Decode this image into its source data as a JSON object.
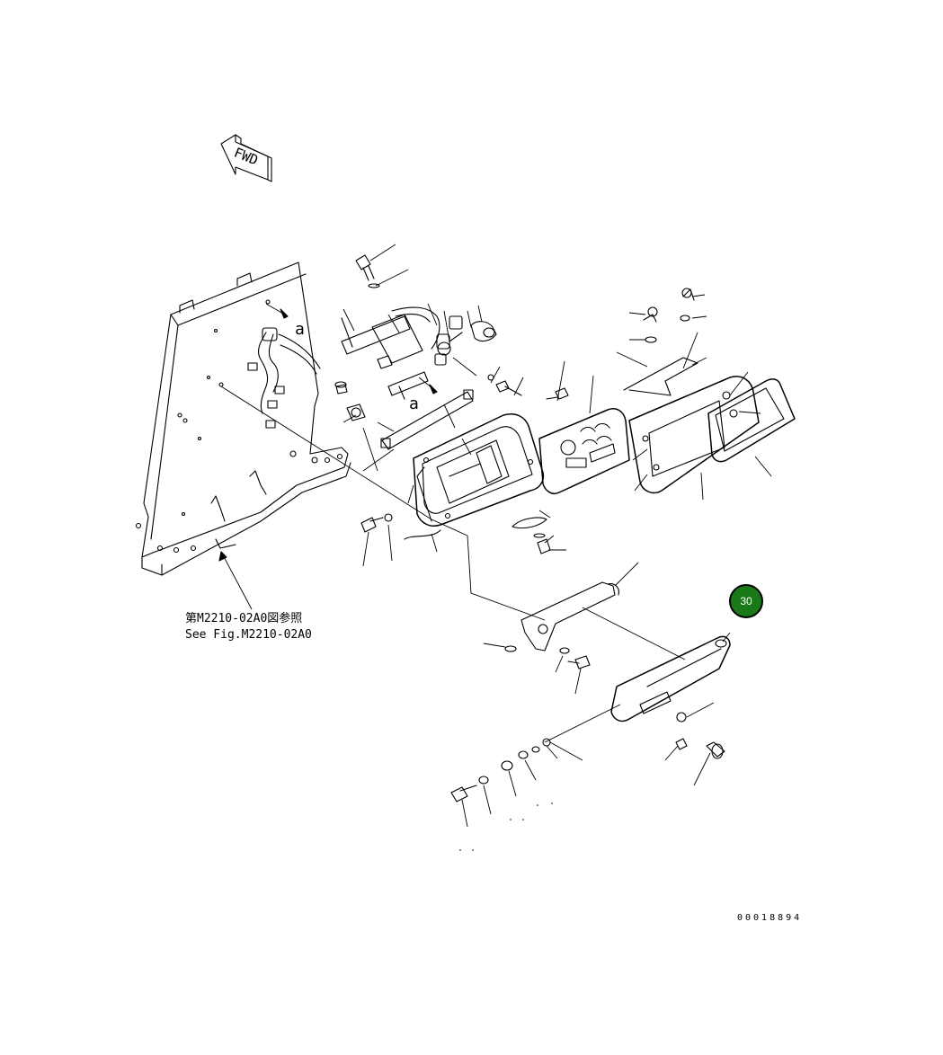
{
  "diagram": {
    "fwd_label": "FWD",
    "view_labels": [
      "a",
      "a"
    ],
    "reference_note": {
      "line1": "第M2210-02A0図参照",
      "line2": "See Fig.M2210-02A0"
    },
    "drawing_code": "00018894",
    "callout": {
      "number": "30",
      "fill": "#1a7a1a",
      "ring": "#000000"
    }
  }
}
